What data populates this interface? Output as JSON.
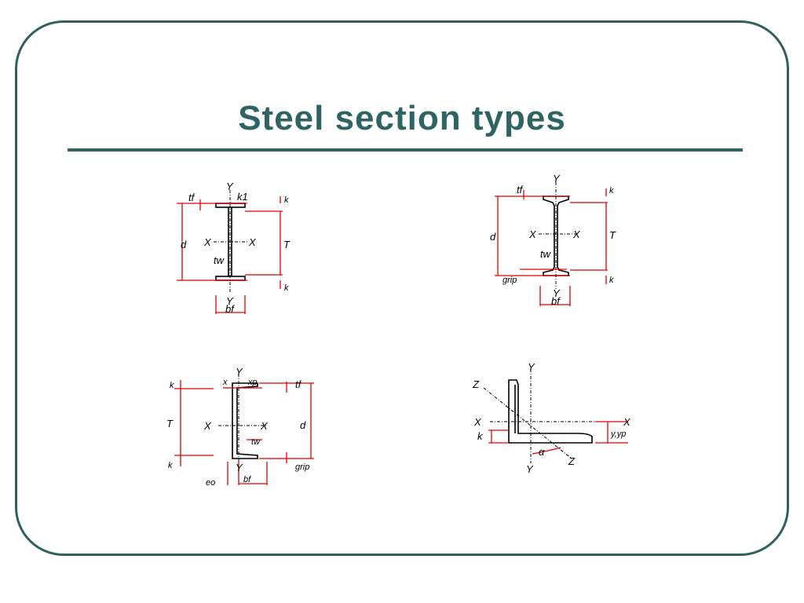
{
  "title": "Steel section types",
  "colors": {
    "frame": "#2f5f5f",
    "title": "#2f6464",
    "dimension": "#e00000"
  },
  "figures": {
    "w_shape": {
      "labels": {
        "y_top": "Y",
        "y_bot": "Y",
        "x_left": "X",
        "x_right": "X",
        "tf": "tf",
        "k1": "k1",
        "k_top": "k",
        "k_bot": "k",
        "d": "d",
        "T": "T",
        "tw": "tw",
        "bf": "bf"
      }
    },
    "s_shape": {
      "labels": {
        "y_top": "Y",
        "y_bot": "Y",
        "x_left": "X",
        "x_right": "X",
        "tf": "tf",
        "k_top": "k",
        "k_bot": "k",
        "d": "d",
        "T": "T",
        "tw": "tw",
        "bf": "bf",
        "grip": "grip"
      }
    },
    "channel": {
      "labels": {
        "k_top": "k",
        "k_bot": "k",
        "y_top": "Y",
        "y_bot": "Y",
        "x_bar": "x",
        "xp": "xp",
        "tf": "tf",
        "T": "T",
        "d": "d",
        "x_left": "X",
        "x_right": "X",
        "tw": "tw",
        "grip": "grip",
        "eo": "eo",
        "bf": "bf"
      }
    },
    "angle": {
      "labels": {
        "y_top": "Y",
        "y_bot": "Y",
        "x_left": "X",
        "x_right": "X",
        "z_top": "Z",
        "z_bot": "Z",
        "k": "k",
        "alpha": "α",
        "yyp": "y,yp"
      }
    }
  }
}
